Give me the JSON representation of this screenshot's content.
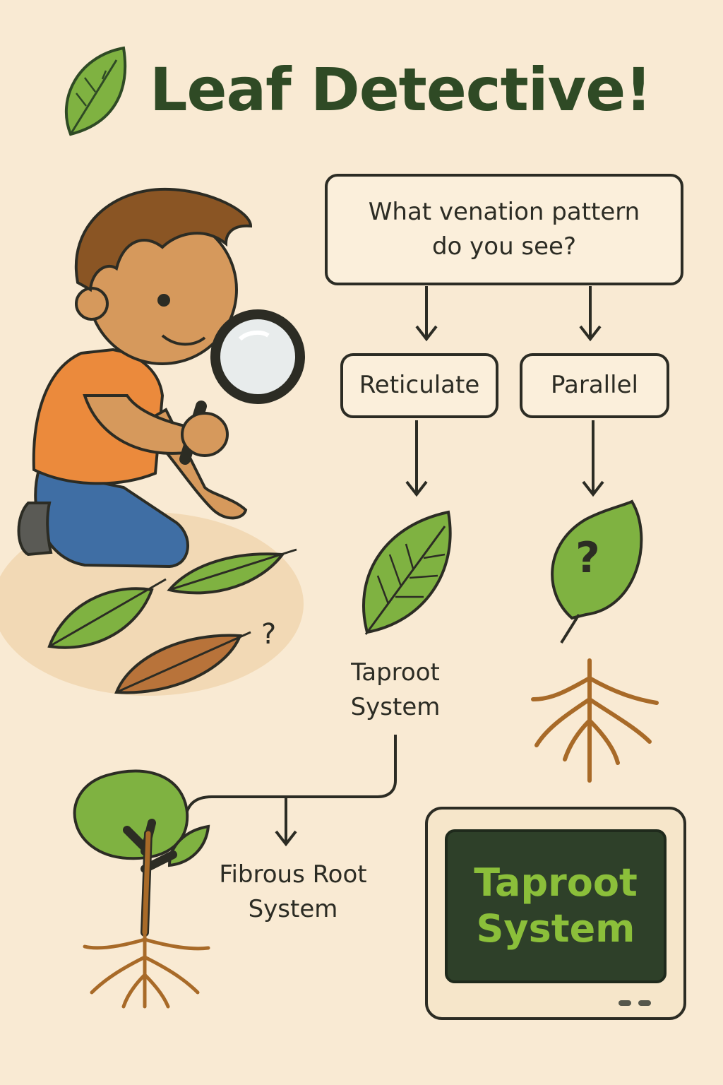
{
  "title": "Leaf Detective!",
  "flow": {
    "question": "What venation pattern do you see?",
    "option_left": "Reticulate",
    "option_right": "Parallel",
    "result_left": "Taproot System",
    "result_bottom": "Fibrous Root System",
    "leaf_question_mark": "?",
    "scene_question_mark": "?"
  },
  "monitor": {
    "text": "Taproot System"
  },
  "colors": {
    "background": "#f9ead3",
    "title": "#2f4a25",
    "leaf_green": "#7fb241",
    "leaf_brown": "#b8733a",
    "screen": "#2e4029",
    "screen_text": "#8bbf3a"
  }
}
